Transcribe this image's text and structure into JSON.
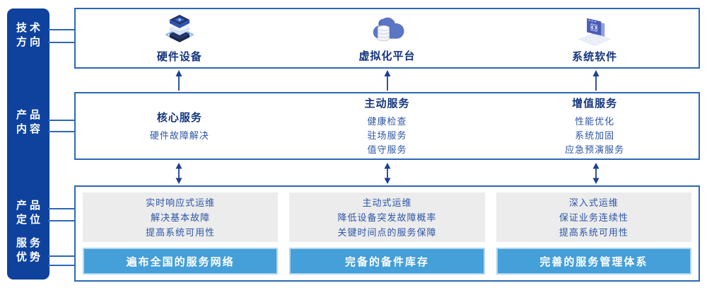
{
  "colors": {
    "sidebar_blue": "#0e429d",
    "panel_border_blue": "#2d68b5",
    "heading_navy": "#14357f",
    "body_text_blue": "#2d55a5",
    "advantage_bar_blue": "#459fd8",
    "advantage_bar_border": "#aed7f2",
    "gray_card": "#ececec",
    "arrow_navy": "#1c3f92",
    "label_white": "#ffffff"
  },
  "sidebar": {
    "labels": [
      {
        "line1": "技术",
        "line2": "方向"
      },
      {
        "line1": "产品",
        "line2": "内容"
      },
      {
        "line1": "产品",
        "line2": "定位"
      },
      {
        "line1": "服务",
        "line2": "优势"
      }
    ]
  },
  "tech_row": {
    "items": [
      {
        "icon": "server-stack-icon",
        "label": "硬件设备"
      },
      {
        "icon": "cloud-database-icon",
        "label": "虚拟化平台"
      },
      {
        "icon": "code-window-icon",
        "label": "系统软件"
      }
    ]
  },
  "services_row": {
    "columns": [
      {
        "title": "核心服务",
        "items": [
          "硬件故障解决"
        ]
      },
      {
        "title": "主动服务",
        "items": [
          "健康检查",
          "驻场服务",
          "值守服务"
        ]
      },
      {
        "title": "增值服务",
        "items": [
          "性能优化",
          "系统加固",
          "应急预演服务"
        ]
      }
    ]
  },
  "positioning_row": {
    "columns": [
      {
        "points": [
          "实时响应式运维",
          "解决基本故障",
          "提高系统可用性"
        ],
        "advantage": "遍布全国的服务网络"
      },
      {
        "points": [
          "主动式运维",
          "降低设备突发故障概率",
          "关键时间点的服务保障"
        ],
        "advantage": "完备的备件库存"
      },
      {
        "points": [
          "深入式运维",
          "保证业务连续性",
          "提高系统可用性"
        ],
        "advantage": "完善的服务管理体系"
      }
    ]
  }
}
